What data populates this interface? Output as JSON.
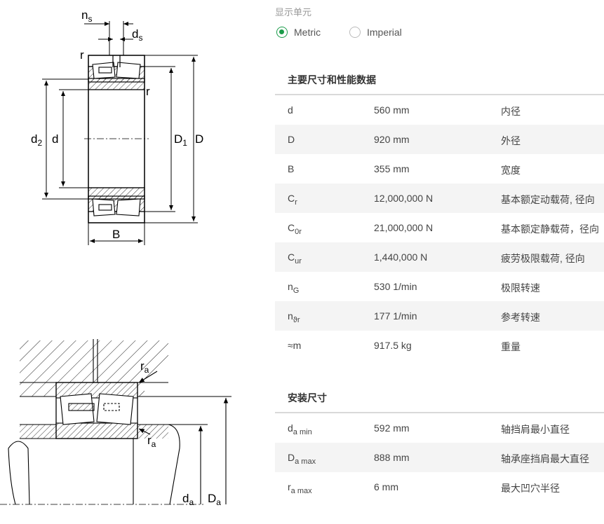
{
  "drawing_top": {
    "labels": {
      "ns": "n",
      "ns_sub": "s",
      "ds": "d",
      "ds_sub": "s",
      "r_left": "r",
      "r_right": "r",
      "d2": "d",
      "d2_sub": "2",
      "d": "d",
      "D1": "D",
      "D1_sub": "1",
      "D": "D",
      "B": "B"
    }
  },
  "drawing_bottom": {
    "labels": {
      "ra_top": "r",
      "ra_top_sub": "a",
      "ra_bottom": "r",
      "ra_bottom_sub": "a",
      "da": "d",
      "da_sub": "a",
      "Da": "D",
      "Da_sub": "a"
    }
  },
  "unit_selector": {
    "label": "显示单元",
    "options": [
      {
        "label": "Metric",
        "selected": true
      },
      {
        "label": "Imperial",
        "selected": false
      }
    ],
    "accent_color": "#1b9c4a"
  },
  "sections": [
    {
      "title": "主要尺寸和性能数据",
      "rows": [
        {
          "sym": "d",
          "sub": "",
          "value": "560 mm",
          "desc": "内径"
        },
        {
          "sym": "D",
          "sub": "",
          "value": "920 mm",
          "desc": "外径"
        },
        {
          "sym": "B",
          "sub": "",
          "value": "355 mm",
          "desc": "宽度"
        },
        {
          "sym": "C",
          "sub": "r",
          "value": "12,000,000 N",
          "desc": "基本额定动载荷, 径向"
        },
        {
          "sym": "C",
          "sub": "0r",
          "value": "21,000,000 N",
          "desc": "基本额定静载荷，径向"
        },
        {
          "sym": "C",
          "sub": "ur",
          "value": "1,440,000 N",
          "desc": "疲劳极限载荷, 径向"
        },
        {
          "sym": "n",
          "sub": "G",
          "value": "530 1/min",
          "desc": "极限转速"
        },
        {
          "sym": "n",
          "sub": "ϑr",
          "value": "177 1/min",
          "desc": "参考转速"
        },
        {
          "sym": "≈m",
          "sub": "",
          "value": "917.5 kg",
          "desc": "重量"
        }
      ]
    },
    {
      "title": "安装尺寸",
      "rows": [
        {
          "sym": "d",
          "sub": "a min",
          "value": "592 mm",
          "desc": "轴挡肩最小直径"
        },
        {
          "sym": "D",
          "sub": "a max",
          "value": "888 mm",
          "desc": "轴承座挡肩最大直径"
        },
        {
          "sym": "r",
          "sub": "a max",
          "value": "6 mm",
          "desc": "最大凹穴半径"
        }
      ]
    }
  ]
}
